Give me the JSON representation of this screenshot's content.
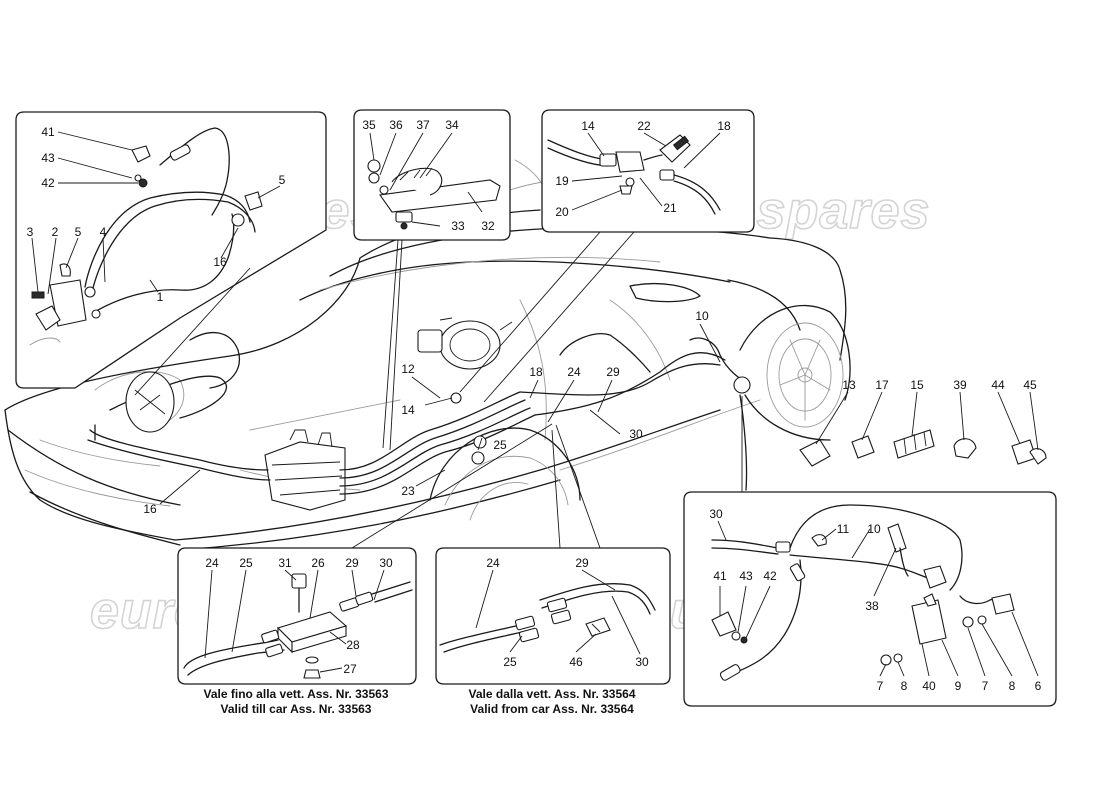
{
  "watermark": {
    "text": "eurospares"
  },
  "captions": {
    "left_it": "Vale fino alla vett. Ass. Nr. 33563",
    "left_en": "Valid till car Ass. Nr. 33563",
    "right_it": "Vale dalla vett. Ass. Nr. 33564",
    "right_en": "Valid from car Ass. Nr. 33564"
  },
  "labels": [
    {
      "id": "m41",
      "text": "41"
    },
    {
      "id": "m43",
      "text": "43"
    },
    {
      "id": "m42",
      "text": "42"
    },
    {
      "id": "m3",
      "text": "3"
    },
    {
      "id": "m2",
      "text": "2"
    },
    {
      "id": "m5a",
      "text": "5"
    },
    {
      "id": "m4",
      "text": "4"
    },
    {
      "id": "m5b",
      "text": "5"
    },
    {
      "id": "m16a",
      "text": "16"
    },
    {
      "id": "m1",
      "text": "1"
    },
    {
      "id": "m35",
      "text": "35"
    },
    {
      "id": "m36",
      "text": "36"
    },
    {
      "id": "m37",
      "text": "37"
    },
    {
      "id": "m34",
      "text": "34"
    },
    {
      "id": "m33",
      "text": "33"
    },
    {
      "id": "m32",
      "text": "32"
    },
    {
      "id": "m14a",
      "text": "14"
    },
    {
      "id": "m22",
      "text": "22"
    },
    {
      "id": "m18a",
      "text": "18"
    },
    {
      "id": "m19",
      "text": "19"
    },
    {
      "id": "m20",
      "text": "20"
    },
    {
      "id": "m21",
      "text": "21"
    },
    {
      "id": "m10a",
      "text": "10"
    },
    {
      "id": "m12",
      "text": "12"
    },
    {
      "id": "m18b",
      "text": "18"
    },
    {
      "id": "m24a",
      "text": "24"
    },
    {
      "id": "m29a",
      "text": "29"
    },
    {
      "id": "m14b",
      "text": "14"
    },
    {
      "id": "m30a",
      "text": "30"
    },
    {
      "id": "m25a",
      "text": "25"
    },
    {
      "id": "m23",
      "text": "23"
    },
    {
      "id": "m16b",
      "text": "16"
    },
    {
      "id": "m13",
      "text": "13"
    },
    {
      "id": "m17",
      "text": "17"
    },
    {
      "id": "m15",
      "text": "15"
    },
    {
      "id": "m39",
      "text": "39"
    },
    {
      "id": "m44",
      "text": "44"
    },
    {
      "id": "m45",
      "text": "45"
    },
    {
      "id": "m24b",
      "text": "24"
    },
    {
      "id": "m25b",
      "text": "25"
    },
    {
      "id": "m31",
      "text": "31"
    },
    {
      "id": "m26",
      "text": "26"
    },
    {
      "id": "m29b",
      "text": "29"
    },
    {
      "id": "m30b",
      "text": "30"
    },
    {
      "id": "m28",
      "text": "28"
    },
    {
      "id": "m27",
      "text": "27"
    },
    {
      "id": "m24c",
      "text": "24"
    },
    {
      "id": "m29c",
      "text": "29"
    },
    {
      "id": "m25c",
      "text": "25"
    },
    {
      "id": "m46",
      "text": "46"
    },
    {
      "id": "m30c",
      "text": "30"
    },
    {
      "id": "m30d",
      "text": "30"
    },
    {
      "id": "m11",
      "text": "11"
    },
    {
      "id": "m10b",
      "text": "10"
    },
    {
      "id": "m41b",
      "text": "41"
    },
    {
      "id": "m43b",
      "text": "43"
    },
    {
      "id": "m42b",
      "text": "42"
    },
    {
      "id": "m38",
      "text": "38"
    },
    {
      "id": "m7a",
      "text": "7"
    },
    {
      "id": "m8a",
      "text": "8"
    },
    {
      "id": "m40",
      "text": "40"
    },
    {
      "id": "m9",
      "text": "9"
    },
    {
      "id": "m7b",
      "text": "7"
    },
    {
      "id": "m8b",
      "text": "8"
    },
    {
      "id": "m6",
      "text": "6"
    }
  ]
}
